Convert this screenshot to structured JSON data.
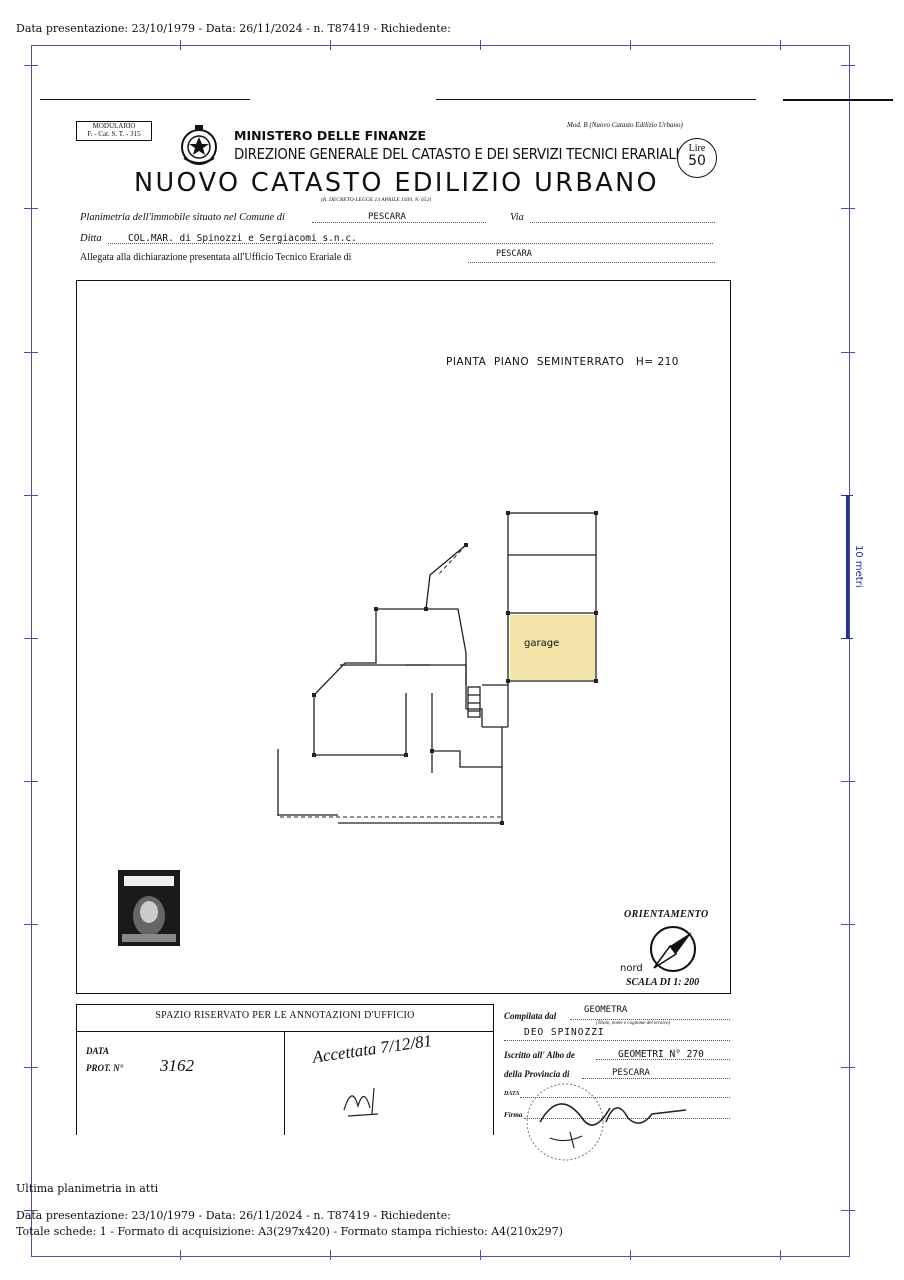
{
  "top_header": "Data presentazione: 23/10/1979 - Data: 26/11/2024 - n. T87419 - Richiedente:",
  "form": {
    "modulario_line1": "MODULARIO",
    "modulario_line2": "F. - Cat. S. T. - 315",
    "ministry": "MINISTERO DELLE FINANZE",
    "directorate": "DIREZIONE GENERALE DEL CATASTO E DEI SERVIZI TECNICI ERARIALI",
    "model": "Mod. B (Nuovo Catasto Edilizio Urbano)",
    "price_unit": "Lire",
    "price_value": "50",
    "main_title": "NUOVO CATASTO EDILIZIO URBANO",
    "decree": "(R. DECRETO-LEGGE 13 APRILE 1939, N. 652)",
    "planimetria_label": "Planimetria dell'immobile situato nel Comune di",
    "comune_value": "PESCARA",
    "via_label": "Via",
    "ditta_label": "Ditta",
    "ditta_value": "COL.MAR. di Spinozzi e Sergiacomi s.n.c.",
    "allegata_label": "Allegata alla dichiarazione presentata all'Ufficio Tecnico Erariale di",
    "ufficio_value": "PESCARA"
  },
  "plan": {
    "title": "PIANTA  PIANO  SEMINTERRATO   H= 210",
    "room_label": "garage",
    "orientation_label": "ORIENTAMENTO",
    "north_label": "nord",
    "scale_label": "SCALA DI 1: 200",
    "scale_bar_label": "10 metri"
  },
  "annotations": {
    "header": "SPAZIO RISERVATO PER LE ANNOTAZIONI D'UFFICIO",
    "data_label": "DATA",
    "prot_label": "PROT. N°",
    "prot_value": "3162",
    "handwritten_note": "Accettata 7/12/81"
  },
  "compiler": {
    "compilata_label": "Compilata dal",
    "compilata_value": "GEOMETRA",
    "compilata_hint": "(Titolo, nome e cognome del tecnico)",
    "name_value": "DEO SPINOZZI",
    "iscritto_label": "Iscritto all' Albo de",
    "iscritto_value": "GEOMETRI N° 270",
    "provincia_label": "della Provincia di",
    "provincia_value": "PESCARA",
    "data_label": "DATA",
    "firma_label": "Firma"
  },
  "footer": {
    "last_plan": "Ultima planimetria in atti",
    "line1": "Data presentazione: 23/10/1979 - Data: 26/11/2024 - n. T87419 - Richiedente:",
    "line2": "Totale schede: 1 - Formato di acquisizione: A3(297x420)  - Formato stampa richiesto: A4(210x297)"
  },
  "colors": {
    "frame": "#4a4fb0",
    "garage_fill": "#f3e3a8"
  },
  "icons": [
    "emblem-icon",
    "north-arrow-icon",
    "tax-stamp-icon",
    "signature-icon"
  ]
}
